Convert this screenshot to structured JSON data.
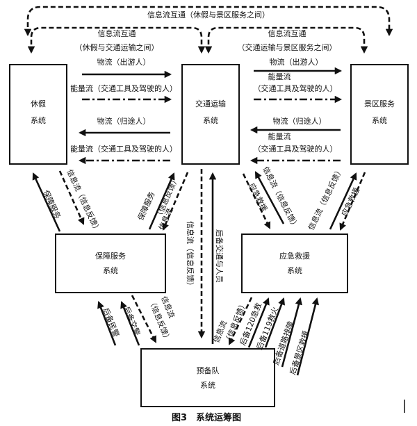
{
  "systems": {
    "vacation": [
      "休假",
      "系统"
    ],
    "transport": [
      "交通运输",
      "系统"
    ],
    "scenic": [
      "景区服务",
      "系统"
    ],
    "support": [
      "保障服务",
      "系统"
    ],
    "rescue": [
      "应急救援",
      "系统"
    ],
    "reserve": [
      "预备队",
      "系统"
    ]
  },
  "top_info": {
    "outer": "信息流互通（休假与景区服务之间）",
    "left_title": "信息流互通",
    "left_sub": "（休假与交通运输之间）",
    "right_title": "信息流互通",
    "right_sub": "（交通运输与景区服务之间）"
  },
  "flows_left": {
    "out_material": "物流（出游人）",
    "out_energy": "能量流（交通工具及驾驶的人）",
    "back_material": "物流（归途人）",
    "back_energy": "能量流（交通工具及驾驶的人）"
  },
  "flows_right": {
    "out_material": "物流（出游人）",
    "out_energy_1": "能量流",
    "out_energy_2": "（交通工具及驾驶的人）",
    "back_material": "物流（归途人）",
    "back_energy_1": "能量流",
    "back_energy_2": "（交通工具及驾驶的人）"
  },
  "diagonal_labels": {
    "vacation_support_info": "信息流（信息反馈）",
    "vacation_support_service": "保障服务",
    "support_transport_service": "保障服务",
    "support_transport_info": "（信息反馈）",
    "support_transport_info2": "信息流",
    "transport_rescue_info": "信息流（信息反馈）",
    "transport_rescue_service": "应急救援",
    "scenic_rescue_info": "信息流（信息反馈）",
    "scenic_rescue_service": "应急救援",
    "transport_reserve_info": "信息流（信息反馈）",
    "reserve_transport_backup": "后备交通与人员",
    "support_reserve_info_1": "信息流",
    "support_reserve_info_2": "（信息反馈）",
    "reserve_support_1": "后备民警",
    "reserve_support_2": "后备交警",
    "rescue_reserve_info_1": "信息流",
    "rescue_reserve_info_2": "（信息反馈）",
    "reserve_rescue_1": "后备120急救",
    "reserve_rescue_2": "后备119救火",
    "reserve_rescue_3": "后备道路排障",
    "reserve_rescue_4": "后备景区救援"
  },
  "caption": "图3　系统运筹图"
}
